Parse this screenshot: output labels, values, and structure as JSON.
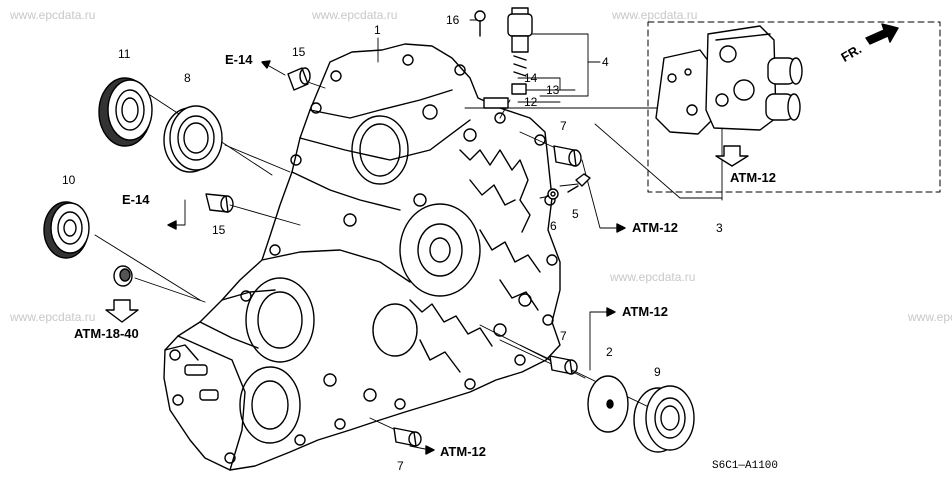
{
  "watermark": "www.epcdata.ru",
  "diagram_code": "S6C1—A1100",
  "direction_label": "FR.",
  "part_numbers": {
    "case": "1",
    "plate": "2",
    "valve_body_assy": "3",
    "solenoid_assy": "4",
    "bolt_5": "5",
    "washer_6": "6",
    "dowel_top": "7",
    "dowel_mid": "7",
    "dowel_bottom": "7",
    "bearing_8": "8",
    "bearing_9": "9",
    "seal_10": "10",
    "seal_11": "11",
    "part_12": "12",
    "part_13": "13",
    "part_14": "14",
    "dowel_15_top": "15",
    "dowel_15_left": "15",
    "bolt_16": "16"
  },
  "references": {
    "e14_top": "E-14",
    "e14_left": "E-14",
    "atm12_right_mid": "ATM-12",
    "atm12_solenoid": "ATM-12",
    "atm12_lower_right": "ATM-12",
    "atm12_bottom": "ATM-12",
    "atm18_40": "ATM-18-40"
  }
}
